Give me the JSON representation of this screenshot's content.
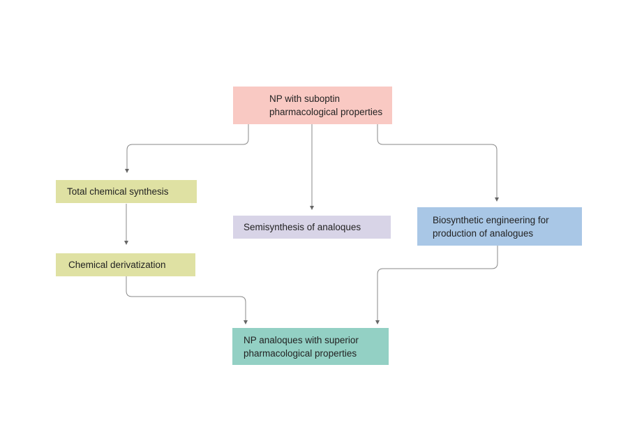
{
  "nodes": {
    "top": {
      "label_line1": "NP with suboptin",
      "label_line2": "pharmacological properties",
      "color": "#f9c9c3"
    },
    "total": {
      "label": "Total chemical synthesis",
      "color": "#dfe1a3"
    },
    "derivatization": {
      "label": "Chemical derivatization",
      "color": "#dfe1a3"
    },
    "semisynthesis": {
      "label": "Semisynthesis of analoques",
      "color": "#d8d4e7"
    },
    "biosynthetic": {
      "label_line1": "Biosynthetic engineering for",
      "label_line2": "production of analogues",
      "color": "#a9c7e6"
    },
    "bottom": {
      "label_line1": "NP analoques with superior",
      "label_line2": "pharmacological properties",
      "color": "#93d0c4"
    }
  },
  "edge_color": "#777777"
}
